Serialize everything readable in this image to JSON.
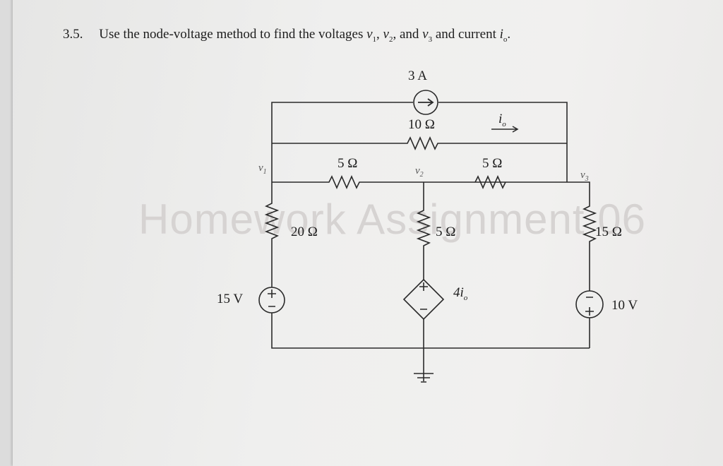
{
  "problem": {
    "number": "3.5.",
    "text_a": "Use the node-voltage method to find the voltages",
    "v1": "v",
    "v1_sub": "1",
    "sep1": ",",
    "v2": "v",
    "v2_sub": "2",
    "sep2": ", and",
    "v3": "v",
    "v3_sub": "3",
    "text_b": "and current",
    "io": "i",
    "io_sub": "o",
    "end": "."
  },
  "watermark": "Homework Assignment 06",
  "circuit": {
    "source_current": "3 A",
    "r_top": "10 Ω",
    "io_label": "i",
    "io_sub": "o",
    "r_v1v2": "5 Ω",
    "r_v2v3": "5 Ω",
    "node_v1": "v",
    "node_v1_sub": "1",
    "node_v2": "v",
    "node_v2_sub": "2",
    "node_v3": "v",
    "node_v3_sub": "3",
    "r_left": "20 Ω",
    "r_mid": "5 Ω",
    "r_right": "15 Ω",
    "vs_left": "15 V",
    "vs_mid": "4i",
    "vs_mid_sub": "o",
    "vs_right": "10 V",
    "plus": "+",
    "minus": "−"
  }
}
